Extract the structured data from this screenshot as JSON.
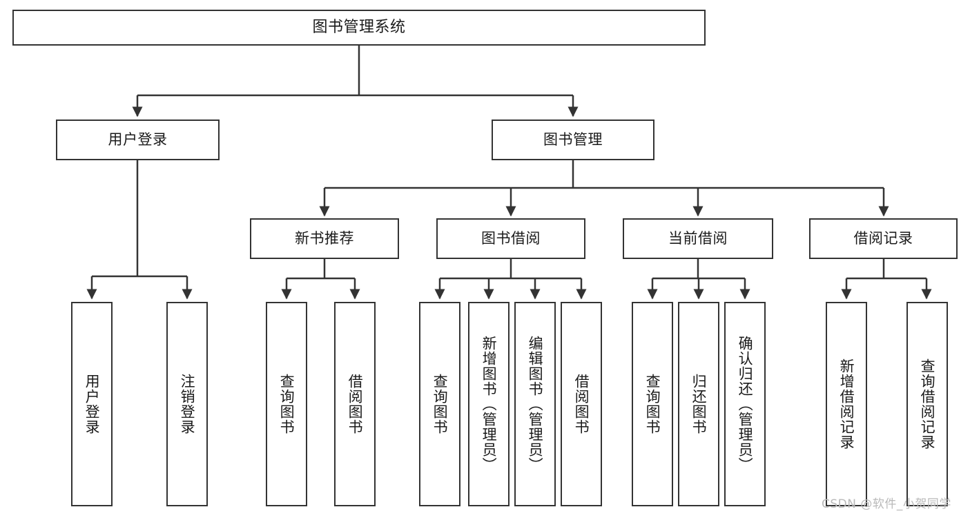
{
  "diagram": {
    "type": "tree",
    "title": "图书管理系统",
    "root": {
      "label": "图书管理系统"
    },
    "level2": [
      {
        "label": "用户登录"
      },
      {
        "label": "图书管理"
      }
    ],
    "level3": [
      {
        "label": "新书推荐"
      },
      {
        "label": "图书借阅"
      },
      {
        "label": "当前借阅"
      },
      {
        "label": "借阅记录"
      }
    ],
    "leaves": {
      "user_login": [
        {
          "label": "用户登录"
        },
        {
          "label": "注销登录"
        }
      ],
      "new_book_recommend": [
        {
          "label": "查询图书"
        },
        {
          "label": "借阅图书"
        }
      ],
      "book_borrow": [
        {
          "label": "查询图书"
        },
        {
          "label": "新增图书（管理员）"
        },
        {
          "label": "编辑图书（管理员）"
        },
        {
          "label": "借阅图书"
        }
      ],
      "current_borrow": [
        {
          "label": "查询图书"
        },
        {
          "label": "归还图书"
        },
        {
          "label": "确认归还（管理员）"
        }
      ],
      "borrow_records": [
        {
          "label": "新增借阅记录"
        },
        {
          "label": "查询借阅记录"
        }
      ]
    }
  },
  "watermark": {
    "text": "CSDN @软件_小贺同学"
  },
  "colors": {
    "stroke": "#333333",
    "background": "#ffffff",
    "text": "#1a1a1a",
    "watermark": "#b9b9b9"
  }
}
